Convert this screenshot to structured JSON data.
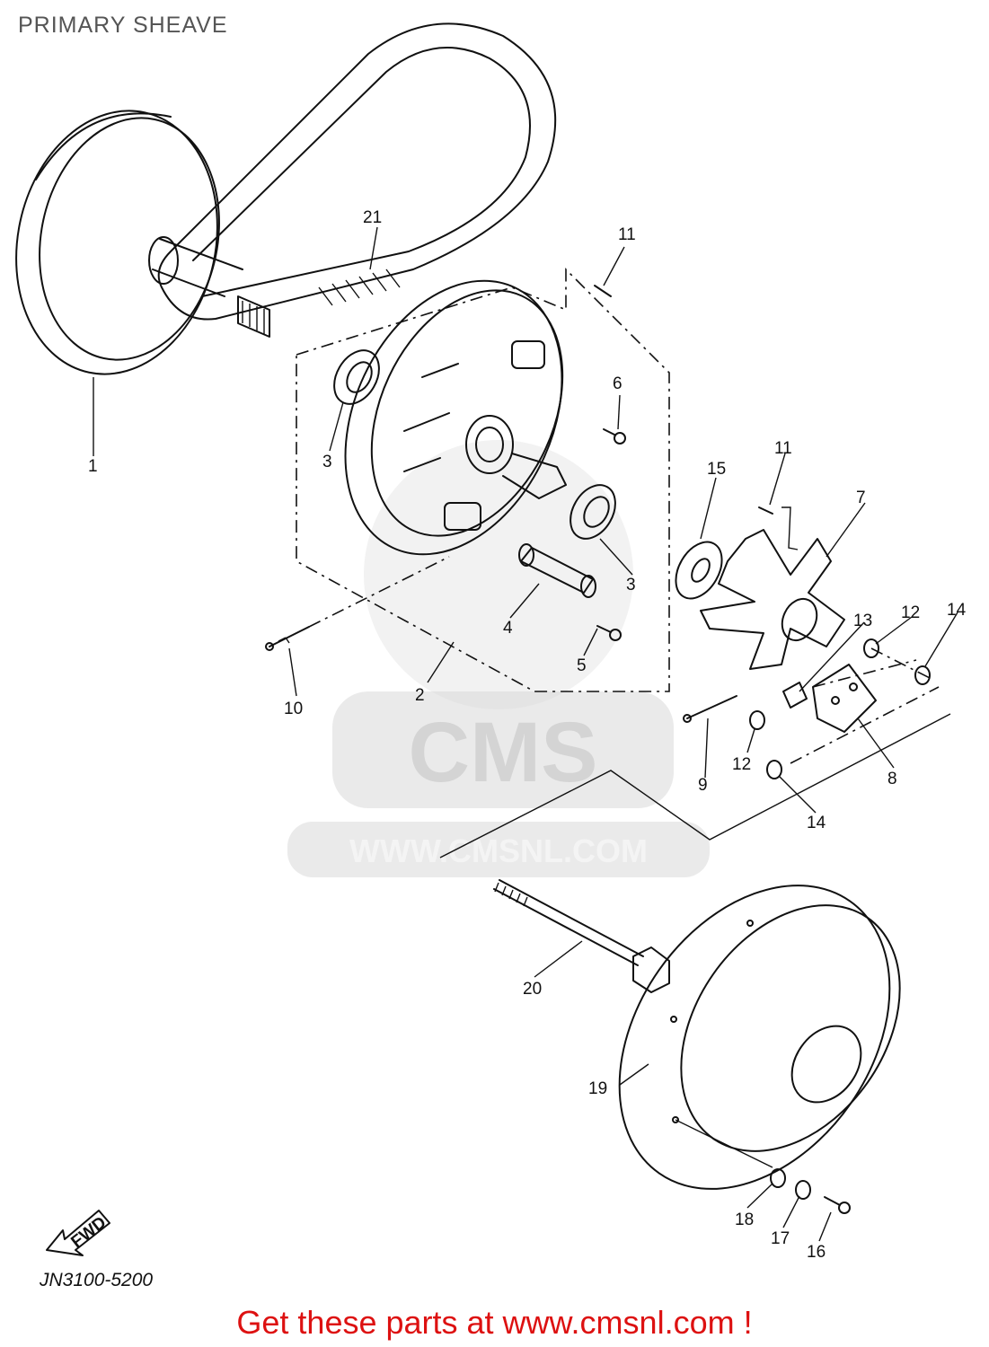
{
  "header": {
    "title": "PRIMARY SHEAVE"
  },
  "diagram": {
    "part_code": "JN3100-5200",
    "fwd_label": "FWD",
    "callouts": [
      "1",
      "2",
      "3",
      "3",
      "4",
      "5",
      "6",
      "7",
      "8",
      "9",
      "10",
      "11",
      "11",
      "12",
      "12",
      "13",
      "14",
      "14",
      "15",
      "16",
      "17",
      "18",
      "19",
      "20",
      "21"
    ]
  },
  "watermark": {
    "logo": "CMS",
    "url": "WWW.CMSNL.COM"
  },
  "footer": {
    "cta": "Get these parts at www.cmsnl.com !"
  }
}
